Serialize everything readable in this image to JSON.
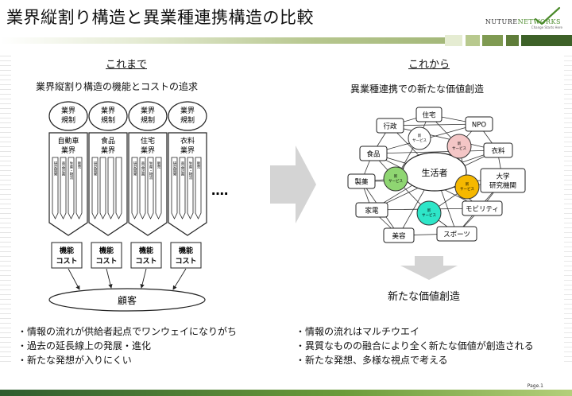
{
  "title": "業界縦割り構造と異業種連携構造の比較",
  "logo": {
    "name_a": "NUTURE",
    "name_b": "NETWORKS",
    "tagline": "Change Starts Here"
  },
  "colors": {
    "accent_green": "#4a8a2a",
    "brand_olive": "#a4b87a",
    "new_service_green": "#8fd672",
    "new_service_pink": "#f4c6c6",
    "new_service_orange": "#f5b800",
    "new_service_cyan": "#2ee6c8"
  },
  "left": {
    "heading": "これまで",
    "subheading": "業界縦割り構造の機能とコストの追求",
    "columns": [
      {
        "regulation": [
          "業界",
          "規制"
        ],
        "industry": [
          "自動車",
          "業界"
        ],
        "functions": [
          "研究開発",
          "商品企画",
          "生産・物流",
          "販売"
        ],
        "cost": [
          "機能",
          "コスト"
        ]
      },
      {
        "regulation": [
          "業界",
          "規制"
        ],
        "industry": [
          "食品",
          "業界"
        ],
        "functions": [
          "研究開発"
        ],
        "cost": [
          "機能",
          "コスト"
        ]
      },
      {
        "regulation": [
          "業界",
          "規制"
        ],
        "industry": [
          "住宅",
          "業界"
        ],
        "functions": [
          "研究開発",
          "商品企画",
          "生産・物流",
          "販売"
        ],
        "cost": [
          "機能",
          "コスト"
        ]
      },
      {
        "regulation": [
          "業界",
          "規制"
        ],
        "industry": [
          "衣料",
          "業界"
        ],
        "functions": [
          "研究開発",
          "商品企画",
          "生産・物流",
          "販売"
        ],
        "cost": [
          "機能",
          "コスト"
        ]
      }
    ],
    "ellipsis": "‥‥",
    "customer": "顧客",
    "bullets": [
      "・情報の流れが供給者起点でワンウェイになりがち",
      "・過去の延長線上の発展・進化",
      "・新たな発想が入りにくい"
    ]
  },
  "right": {
    "heading": "これから",
    "subheading": "異業種連携での新たな価値創造",
    "center": "生活者",
    "nodes": [
      "住宅",
      "行政",
      "NPO",
      "食品",
      "衣料",
      "製薬",
      "大学\n研究機関",
      "家電",
      "モビリティ",
      "美容",
      "スポーツ"
    ],
    "new_service": [
      "新",
      "サービス"
    ],
    "result": "新たな価値創造",
    "bullets": [
      "・情報の流れはマルチウエイ",
      "・異質なものの融合により全く新たな価値が創造される",
      "・新たな発想、多様な視点で考える"
    ]
  },
  "page_label": "Page.1"
}
